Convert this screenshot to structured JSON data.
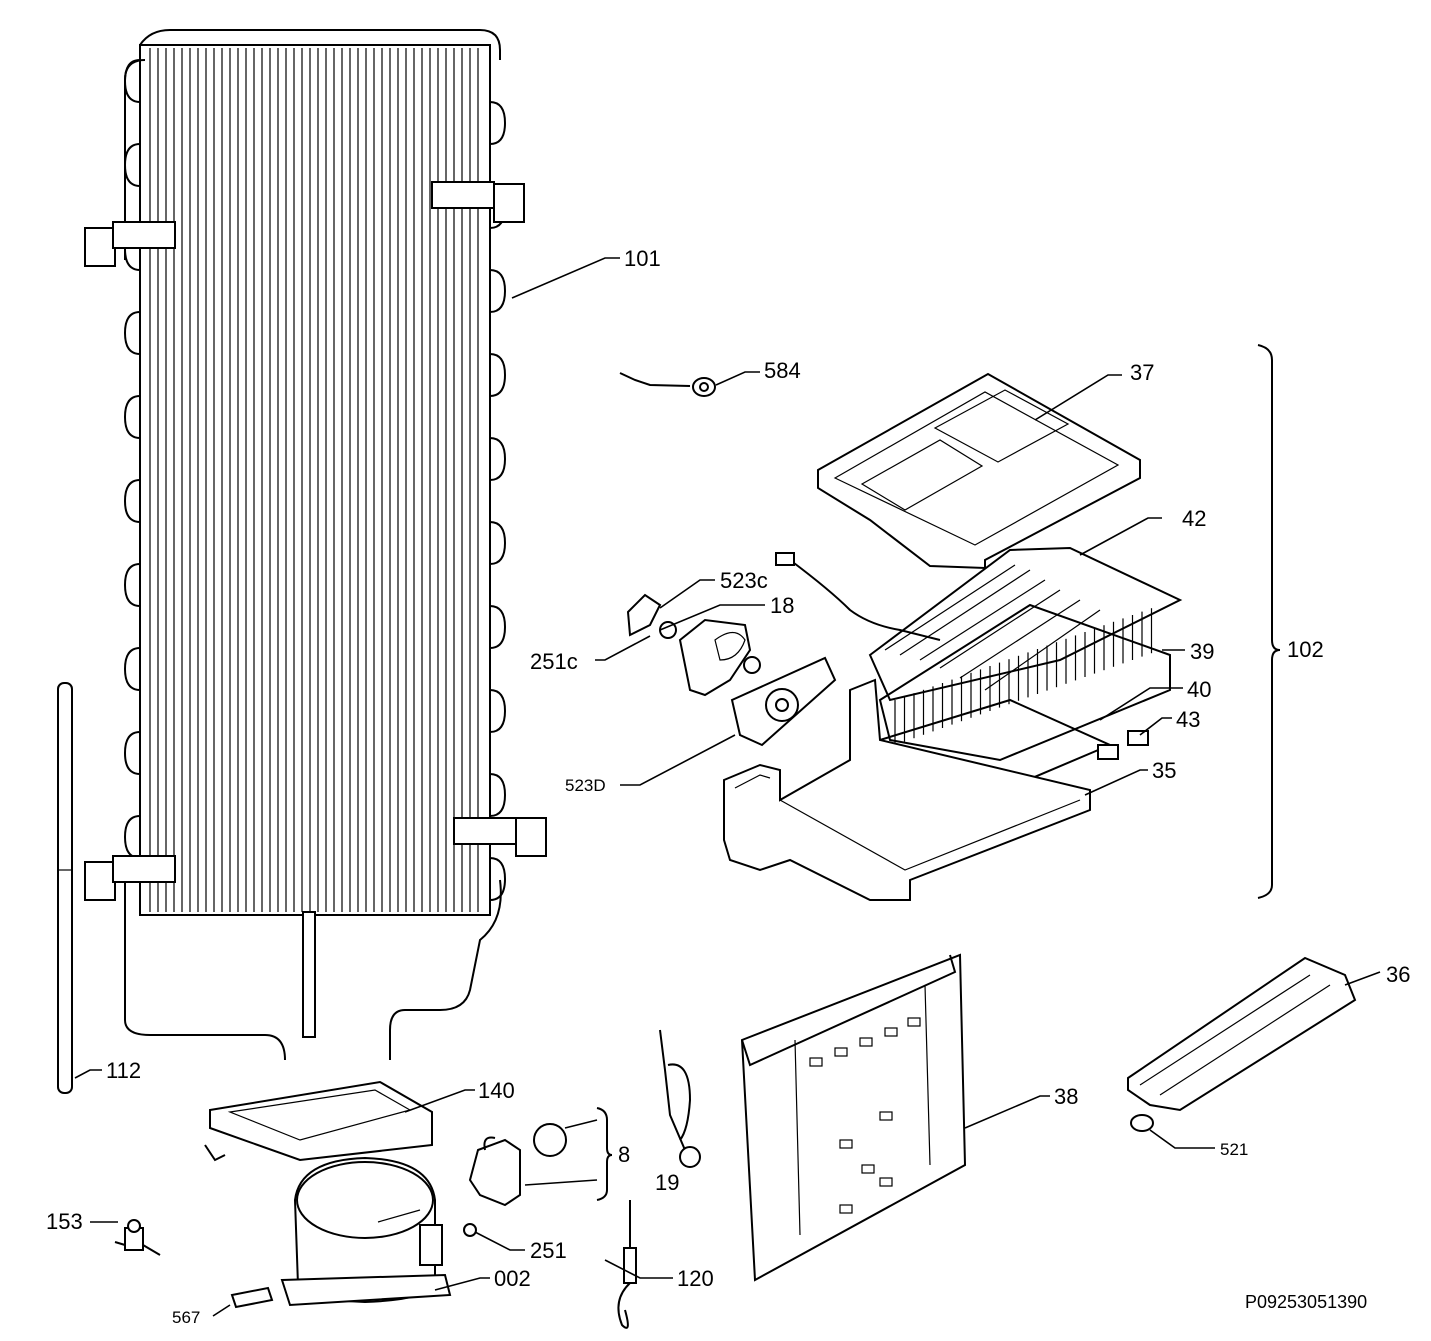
{
  "labels": {
    "p101": "101",
    "p584": "584",
    "p37": "37",
    "p42": "42",
    "p523c": "523c",
    "p18": "18",
    "p251c": "251c",
    "p39": "39",
    "p40": "40",
    "p43": "43",
    "p102": "102",
    "p523D": "523D",
    "p35": "35",
    "p36": "36",
    "p112": "112",
    "p140": "140",
    "p38": "38",
    "p8": "8",
    "p19": "19",
    "p521": "521",
    "p153": "153",
    "p251": "251",
    "p002": "002",
    "p120": "120",
    "p567": "567"
  },
  "document_code": "P09253051390",
  "colors": {
    "ink": "#000000",
    "paper": "#ffffff"
  }
}
